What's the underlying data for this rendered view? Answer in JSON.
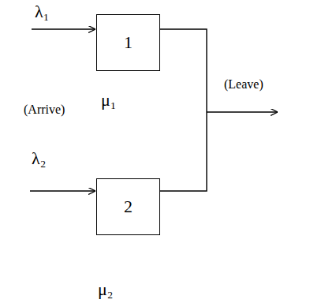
{
  "diagram": {
    "nodes": [
      {
        "text": [
          "1"
        ]
      },
      {
        "text": [
          "2"
        ]
      }
    ],
    "labels": [
      "λ₁",
      "(Arrive)",
      "μ₁",
      "λ₂",
      "μ₂",
      "(Leave)"
    ]
  }
}
